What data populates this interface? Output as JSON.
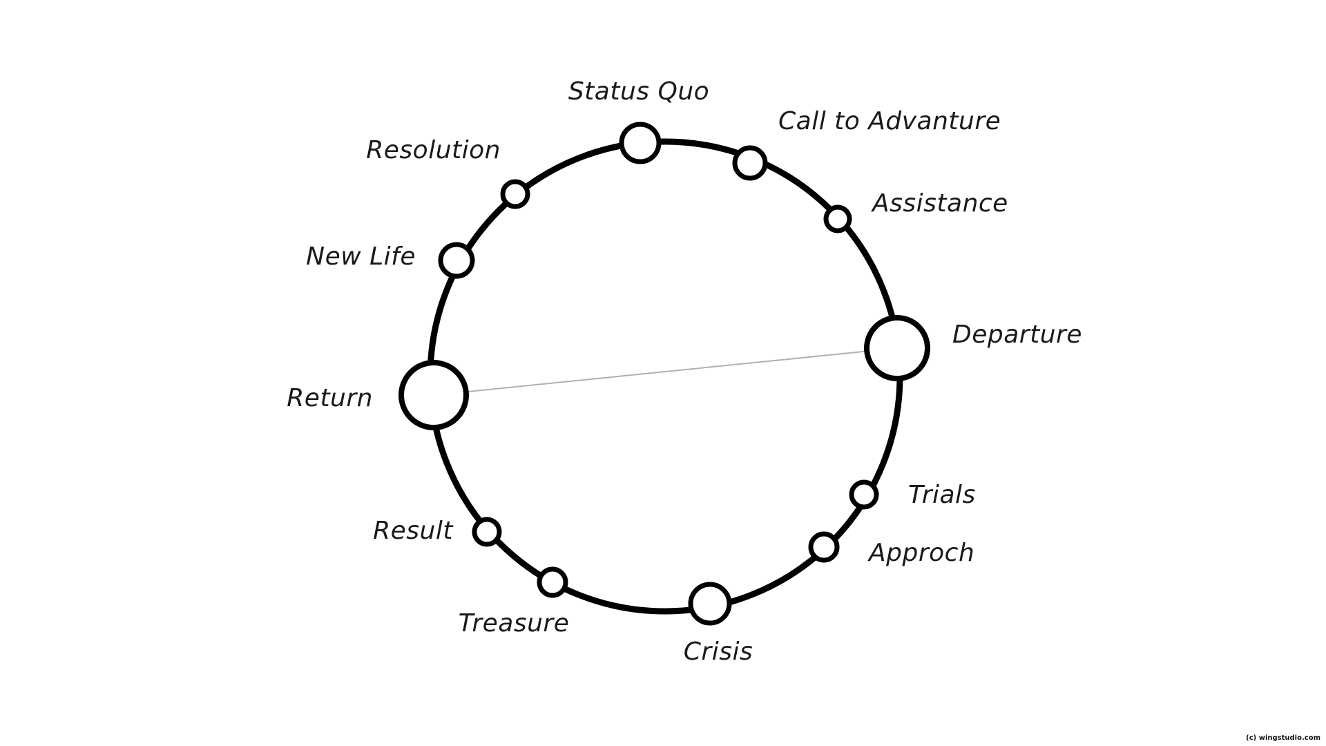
{
  "diagram": {
    "nodes": [
      {
        "id": "status-quo",
        "label": "Status Quo",
        "size": "large"
      },
      {
        "id": "call-to-adventure",
        "label": "Call to Advanture",
        "size": "medium"
      },
      {
        "id": "assistance",
        "label": "Assistance",
        "size": "small"
      },
      {
        "id": "departure",
        "label": "Departure",
        "size": "xlarge"
      },
      {
        "id": "trials",
        "label": "Trials",
        "size": "small"
      },
      {
        "id": "approch",
        "label": "Approch",
        "size": "small"
      },
      {
        "id": "crisis",
        "label": "Crisis",
        "size": "large"
      },
      {
        "id": "treasure",
        "label": "Treasure",
        "size": "small"
      },
      {
        "id": "result",
        "label": "Result",
        "size": "small"
      },
      {
        "id": "return",
        "label": "Return",
        "size": "xlarge"
      },
      {
        "id": "new-life",
        "label": "New Life",
        "size": "medium"
      },
      {
        "id": "resolution",
        "label": "Resolution",
        "size": "small"
      }
    ],
    "connectors": [
      {
        "from": "return",
        "to": "departure"
      }
    ],
    "colors": {
      "ring": "#000000",
      "node_fill": "#ffffff",
      "connector": "#b0b0b0",
      "label": "#1a1a1a"
    }
  },
  "footer": {
    "copyright": "(c) wingstudio.com"
  }
}
